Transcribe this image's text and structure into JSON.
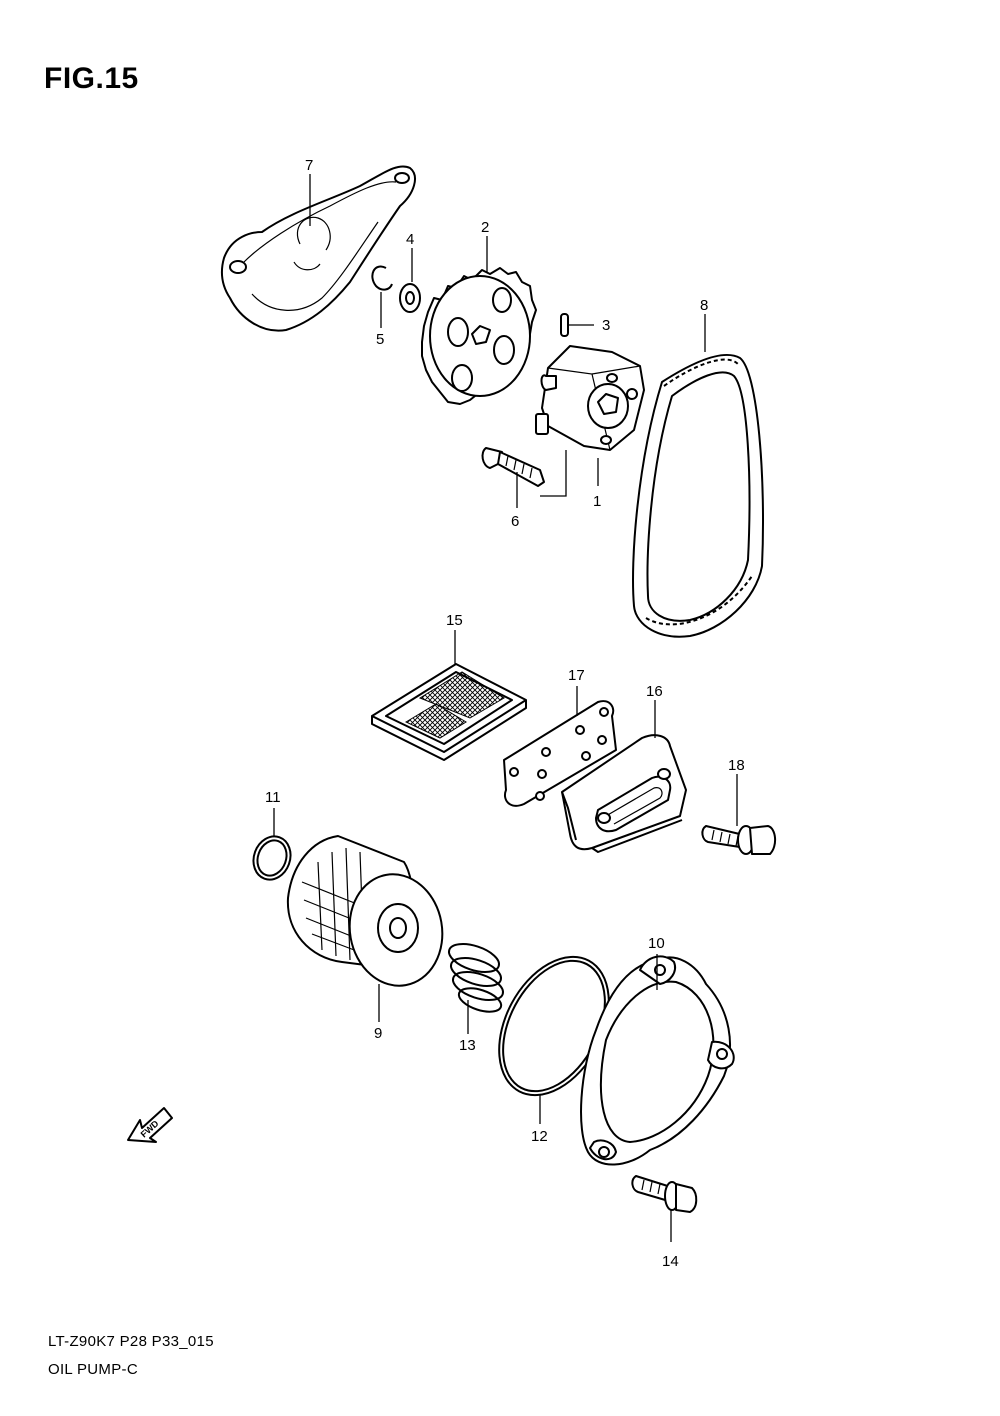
{
  "figure": {
    "title": "FIG.15",
    "model_code": "LT-Z90K7 P28 P33_015",
    "group_name": "OIL PUMP-C"
  },
  "fwd_marker": "FWD",
  "callouts": {
    "c1": "1",
    "c2": "2",
    "c3": "3",
    "c4": "4",
    "c5": "5",
    "c6": "6",
    "c7": "7",
    "c8": "8",
    "c9": "9",
    "c10": "10",
    "c11": "11",
    "c12": "12",
    "c13": "13",
    "c14": "14",
    "c15": "15",
    "c16": "16",
    "c17": "17",
    "c18": "18"
  }
}
